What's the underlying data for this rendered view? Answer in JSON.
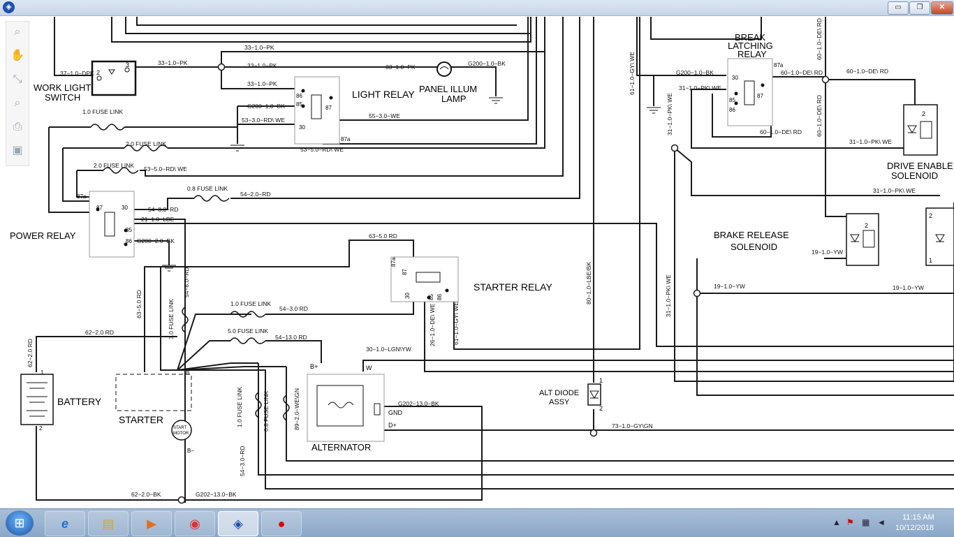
{
  "window": {
    "app_icon": "app-logo-icon",
    "minimize_glyph": "▭",
    "maximize_glyph": "❐",
    "close_glyph": "✕"
  },
  "toolbar": [
    "zoom-icon",
    "hand-icon",
    "fit-icon",
    "search-icon",
    "print-icon",
    "save-icon"
  ],
  "components": {
    "work_light_switch": [
      "WORK LIGHT",
      "SWITCH"
    ],
    "light_relay": "LIGHT RELAY",
    "panel_illum_lamp": [
      "PANEL ILLUM",
      "LAMP"
    ],
    "break_latching_relay": [
      "BREAK",
      "LATCHING",
      "RELAY"
    ],
    "drive_enable_solenoid": [
      "DRIVE ENABLE",
      "SOLENOID"
    ],
    "power_relay": "POWER RELAY",
    "brake_release_solenoid": [
      "BRAKE RELEASE",
      "SOLENOID"
    ],
    "starter_relay": "STARTER RELAY",
    "battery": "BATTERY",
    "starter": "STARTER",
    "start_motor": [
      "START",
      "MOTOR"
    ],
    "alternator": "ALTERNATOR",
    "alt_diode_assy": [
      "ALT DIODE",
      "ASSY"
    ]
  },
  "wire_labels": {
    "w33_top": "33−1.0−PK",
    "w33_a": "33−1.0−PK",
    "w33_b": "33−1.0−PK",
    "w33_c": "33−1.0−PK",
    "w33_d": "33−1.0−PK",
    "w37": "37−1.0−DPK",
    "g200_lamp": "G200−1.0−BK",
    "g200_light": "G200−1.0−BK",
    "w53_3": "53−3.0−RD\\ WE",
    "w55": "55−3.0−WE",
    "w53_5a": "53−5.0−RD\\ WE",
    "w53_5b": "53−5.0−RD\\ WE",
    "fuse_1_0": "1.0 FUSE LINK",
    "fuse_2_0a": "2.0 FUSE LINK",
    "fuse_2_0b": "2.0 FUSE LINK",
    "fuse_0_8": "0.8 FUSE LINK",
    "w54_2": "54−2.0−RD",
    "w54_8": "54−8.0−RD",
    "w21": "21−1.0−LBE",
    "g200_power": "G200−2.0−BK",
    "w63_5a": "63−5.0 RD",
    "w63_5b": "63−5.0 RD",
    "w54_8v": "54−8.0−RD",
    "fuse_1_0b": "1.0 FUSE LINK",
    "w54_3": "54−3.0 RD",
    "fuse_3_0": "3.0 FUSE LINK",
    "fuse_5_0": "5.0 FUSE LINK",
    "w54_13": "54−13.0 RD",
    "w62_2a": "62−2.0 RD",
    "w62_2v": "62−2.0 RD",
    "w30": "30−1.0−LGN\\YW",
    "w89": "89−2.0−WE\\GN",
    "fuse_1_0v": "1.0 FUSE LINK",
    "fuse_0_8v": "0.8 FUSE LINK",
    "w54_3v": "54−3.0−RD",
    "g202_alt": "G202−13.0−BK",
    "w62_bk": "62−2.0−BK",
    "g202_bot": "G202−13.0−BK",
    "w26": "26−1.0−DE\\ WE",
    "w61_sr": "61−1.0−GY\\ WE",
    "w80": "80−1.0−LBE/BK",
    "w61_top": "61−1.0−GY\\ WE",
    "g200_brake": "G200−1.0−BK",
    "w60_a": "60−1.0−DE\\ RD",
    "w60_b": "60−1.0−DE\\ RD",
    "w60_c": "60−1.0−DE\\ RD",
    "w60_v1": "60−1.0−DE\\ RD",
    "w60_v2": "60−1.0−DE\\ RD",
    "w31_a": "31−1.0−PK\\ WE",
    "w31_b": "31−1.0−PK\\ WE",
    "w31_c": "31−1.0−PK\\ WE",
    "w31_v1": "31−1.0−PK\\ WE",
    "w31_v2": "31−1.0−PK\\ WE",
    "w19_a": "19−1.0−YW",
    "w19_b": "19−1.0−YW",
    "w19_c": "19−1.0−YW",
    "w73": "73−1.0−GY\\GN"
  },
  "terminals": {
    "t87a": "87a",
    "t87": "87",
    "t30": "30",
    "t85": "85",
    "t86": "86",
    "t2": "2",
    "t3": "3",
    "t1": "1",
    "bplus": "B+",
    "w": "W",
    "gnd": "GND",
    "dplus": "D+",
    "bminus": "B−",
    "b": "B"
  },
  "taskbar": {
    "start_glyph": "⊞",
    "apps": [
      {
        "name": "internet-explorer-icon",
        "glyph": "e"
      },
      {
        "name": "file-explorer-icon",
        "glyph": "▤"
      },
      {
        "name": "media-player-icon",
        "glyph": "▶"
      },
      {
        "name": "chrome-icon",
        "glyph": "◉"
      },
      {
        "name": "viewer-app-icon",
        "glyph": "◈"
      },
      {
        "name": "recorder-icon",
        "glyph": "●"
      }
    ],
    "tray": {
      "arrow": "▲",
      "flag": "⚑",
      "network": "▦",
      "volume": "◄"
    },
    "time": "11:15 AM",
    "date": "10/12/2018"
  }
}
